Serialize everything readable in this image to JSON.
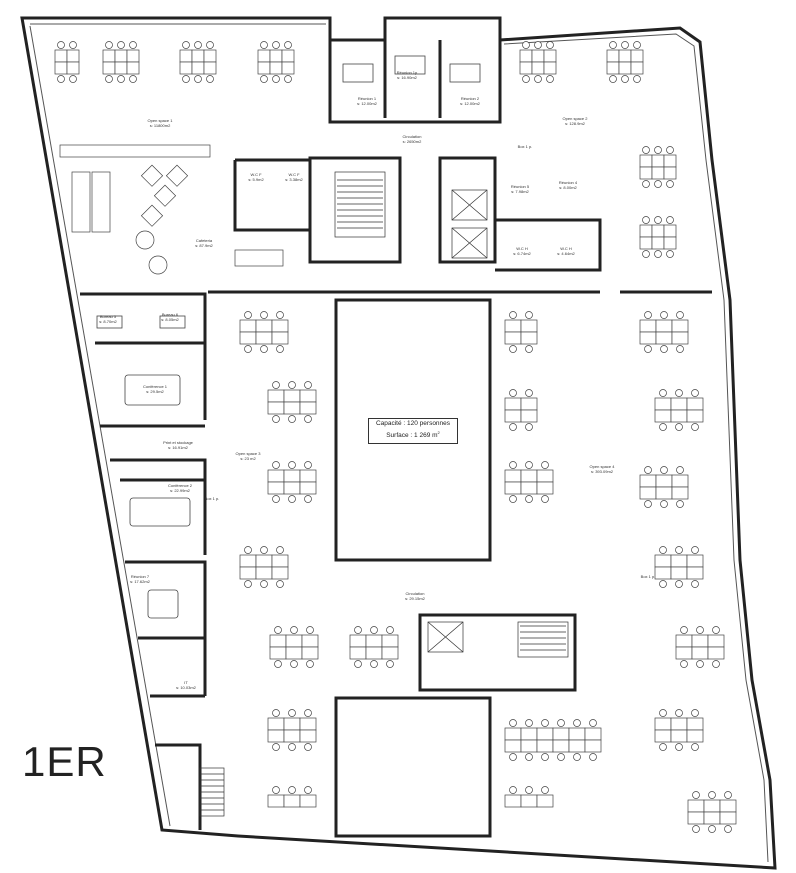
{
  "floor": {
    "label": "1ER"
  },
  "capacity": {
    "line1": "Capacité : 120 personnes",
    "line2": "Surface : 1 269 m",
    "line2_sup": "2"
  },
  "rooms": [
    {
      "id": "open-space-1",
      "name": "Open space 1",
      "area": "s: 11800m2"
    },
    {
      "id": "reunion-1",
      "name": "Réunion 1",
      "area": "s: 12.00m2"
    },
    {
      "id": "reunion-1p",
      "name": "Réunion 1p",
      "area": "s: 16.90m2"
    },
    {
      "id": "reunion-2",
      "name": "Réunion 2",
      "area": "s: 12.00m2"
    },
    {
      "id": "open-space-2",
      "name": "Open space 2",
      "area": "s: 128.9m2"
    },
    {
      "id": "circulation-top",
      "name": "Circulation",
      "area": "s: 2650m2"
    },
    {
      "id": "wc-f-1",
      "name": "W.C F",
      "area": "s: 5.9m2"
    },
    {
      "id": "wc-f-2",
      "name": "W.C F",
      "area": "s: 3.38m2"
    },
    {
      "id": "cafeteria",
      "name": "Cafeteria",
      "area": "s: 87.9m2"
    },
    {
      "id": "reunion-5",
      "name": "Réunion 5",
      "area": "s: 7.98m2"
    },
    {
      "id": "reunion-4",
      "name": "Réunion 4",
      "area": "s: 8.00m2"
    },
    {
      "id": "wc-h-1",
      "name": "W.C H",
      "area": "s: 6.74m2"
    },
    {
      "id": "wc-h-2",
      "name": "W.C H",
      "area": "s: 4.64m2"
    },
    {
      "id": "bureau-5",
      "name": "Bureau 5",
      "area": "s: 8.70m2"
    },
    {
      "id": "bureau-6",
      "name": "Bureau 6",
      "area": "s: 8.05m2"
    },
    {
      "id": "conference-1",
      "name": "Conférence 1",
      "area": "s: 29.5m2"
    },
    {
      "id": "print-stockage",
      "name": "Print et stockage",
      "area": "s: 16.91m2"
    },
    {
      "id": "conference-2",
      "name": "Conférence 2",
      "area": "s: 22.99m2"
    },
    {
      "id": "reunion-7",
      "name": "Réunion 7",
      "area": "s: 17.62m2"
    },
    {
      "id": "it",
      "name": "IT",
      "area": "s: 10.03m2"
    },
    {
      "id": "open-space-3",
      "name": "Open space 3",
      "area": "s: 23 m2"
    },
    {
      "id": "open-space-4",
      "name": "Open space 4",
      "area": "s: 393.09m2"
    },
    {
      "id": "circulation-mid",
      "name": "Circulation",
      "area": "s: 29.15m2"
    }
  ],
  "small_labels": {
    "box_top": "Box 1 p.",
    "box_left": "Box 1 p.",
    "box_right": "Box 1 p."
  }
}
